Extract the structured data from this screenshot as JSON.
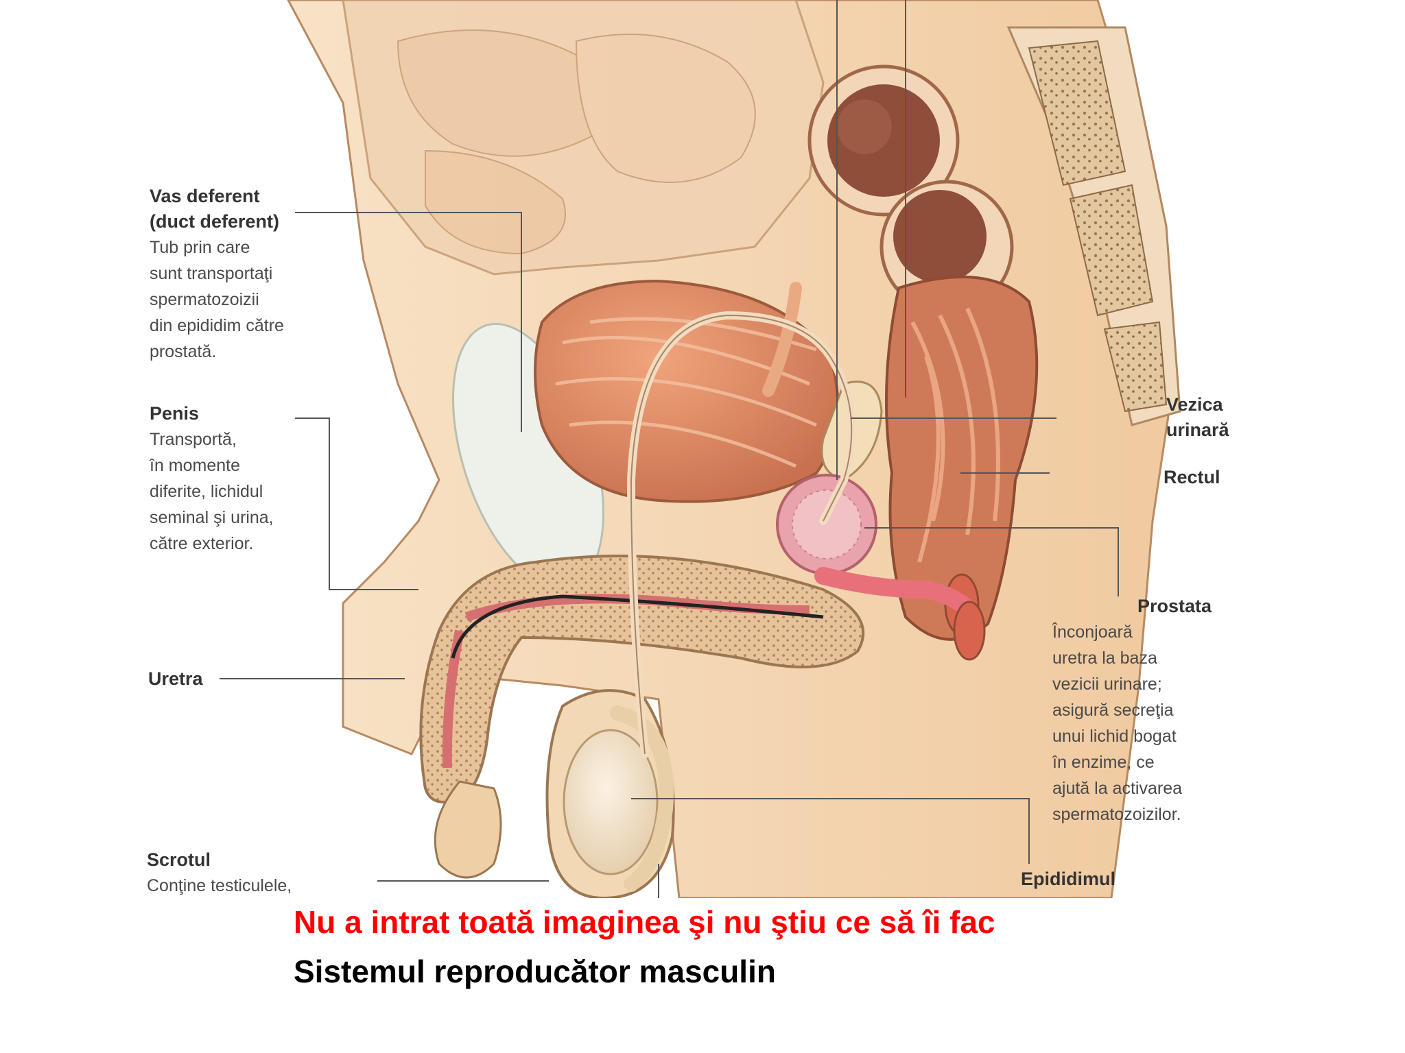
{
  "labels": {
    "vas": {
      "title": "Vas deferent",
      "title2": "(duct deferent)",
      "desc": "Tub prin care\nsunt transportaţi\nspermatozoizii\ndin epididim către\nprostată."
    },
    "penis": {
      "title": "Penis",
      "desc": "Transportă,\nîn momente\ndiferite, lichidul\nseminal şi urina,\ncătre exterior."
    },
    "uretra": {
      "title": "Uretra"
    },
    "scrotul": {
      "title": "Scrotul",
      "desc": "Conţine testiculele,"
    },
    "vezica": {
      "title": "Vezica\nurinară"
    },
    "rectul": {
      "title": "Rectul"
    },
    "prostata": {
      "title": "Prostata",
      "desc": "Înconjoară\nuretra la baza\nvezicii urinare;\nasigură secreţia\nunui lichid bogat\nîn enzime, ce\najută la activarea\nspermatozoizilor."
    },
    "epididimul": {
      "title": "Epididimul"
    }
  },
  "captions": {
    "warning": "Nu a intrat toată imaginea şi nu ştiu ce să îi fac",
    "title": "Sistemul reproducător masculin"
  },
  "colors": {
    "skin": "#f5d9b6",
    "muscle": "#d98a5f",
    "rectum": "#c9714f",
    "prostate": "#e39aa6",
    "caption_warning": "#ff0000",
    "caption_title": "#000000"
  }
}
